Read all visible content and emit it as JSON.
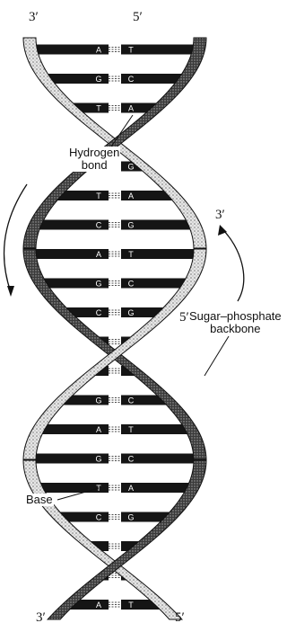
{
  "ends": {
    "top_left": "3′",
    "top_right": "5′",
    "bottom_left": "3′",
    "bottom_right": "5′",
    "arrow_up": "3′",
    "arrow_up_tail": "5′"
  },
  "labels": {
    "hydrogen_line1": "Hydrogen",
    "hydrogen_line2": "bond",
    "sugar_line1": "Sugar–phosphate",
    "sugar_line2": "backbone",
    "base": "Base"
  },
  "base_letters": [
    "A",
    "T",
    "G",
    "C",
    "T",
    "A",
    "C",
    "G",
    "T",
    "A",
    "C",
    "G",
    "A",
    "T",
    "G",
    "C",
    "C",
    "G",
    "T",
    "A",
    "A",
    "T",
    "G",
    "C"
  ],
  "colors": {
    "strand_dark": "#2a2a2a",
    "strand_light": "#d9d9d9",
    "base_dark": "#151515"
  }
}
